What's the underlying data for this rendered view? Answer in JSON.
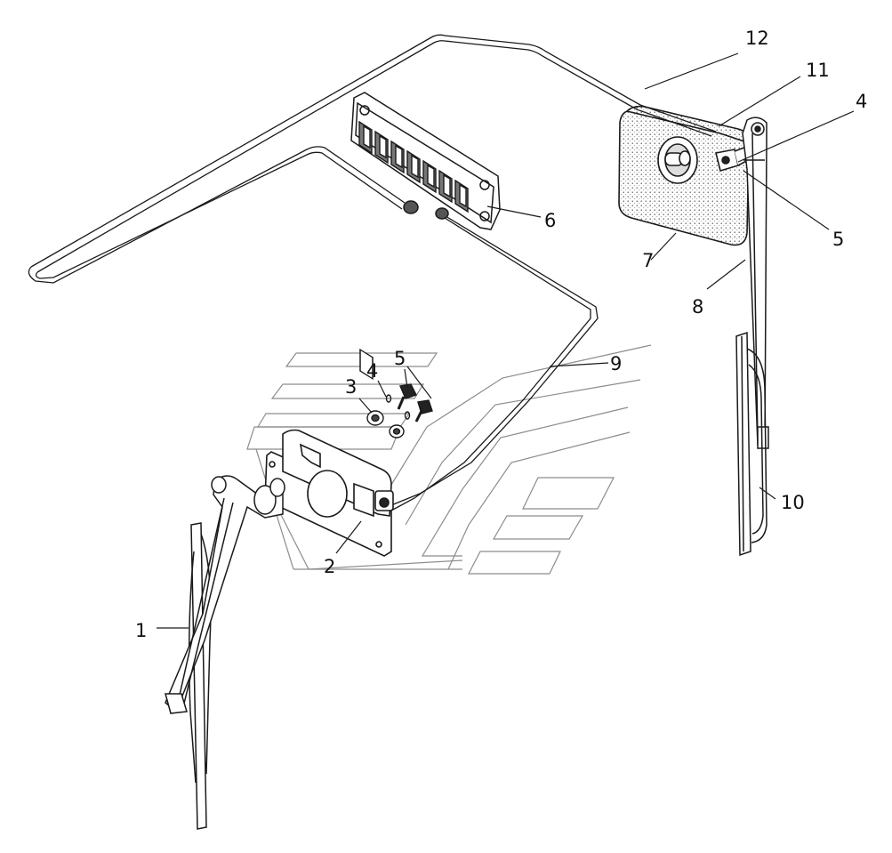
{
  "diagram": {
    "callouts": {
      "c1": "1",
      "c2": "2",
      "c3": "3",
      "c4a": "4",
      "c4b": "4",
      "c5a": "5",
      "c5b": "5",
      "c6": "6",
      "c7": "7",
      "c8": "8",
      "c9": "9",
      "c10": "10",
      "c11": "11",
      "c12": "12"
    },
    "line_color": "#1a1a1a",
    "guide_color": "#8c8c8c"
  }
}
